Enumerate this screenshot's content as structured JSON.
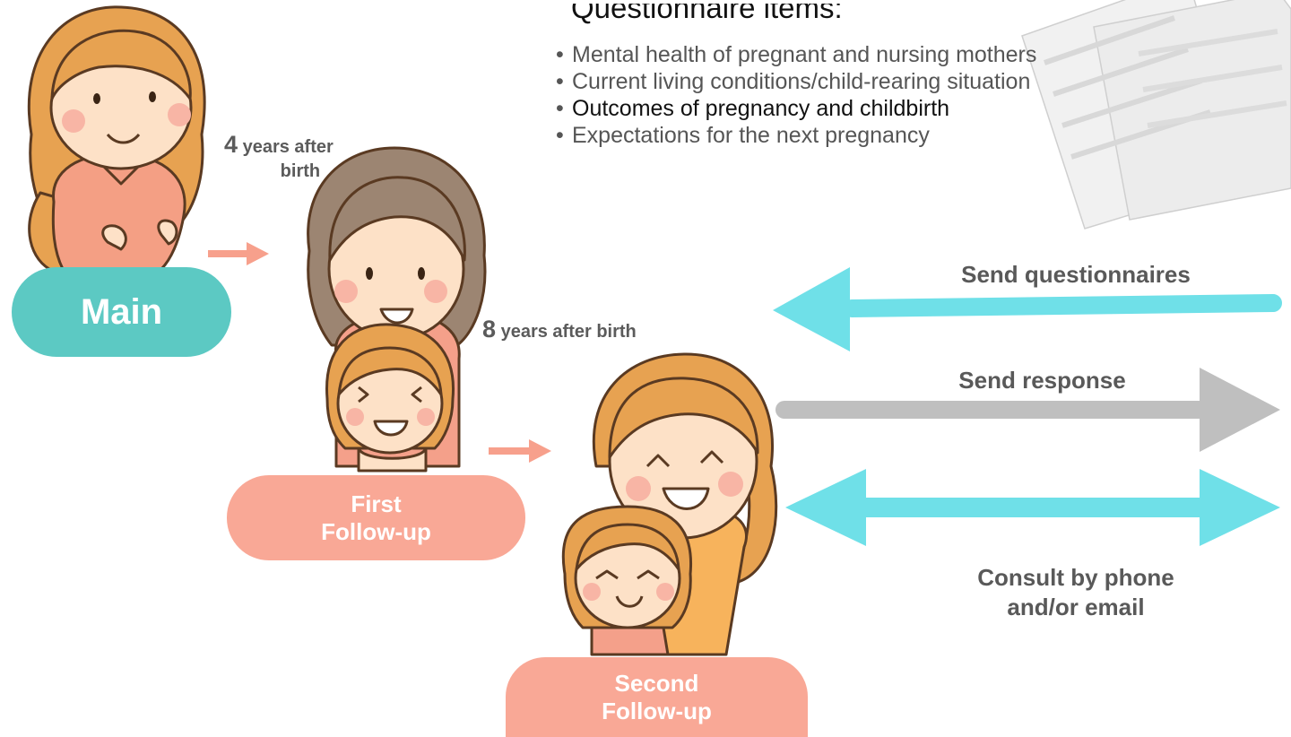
{
  "questionnaire": {
    "title": "Questionnaire items:",
    "items": [
      "Mental health of pregnant and nursing mothers",
      "Current living conditions/child-rearing situation",
      "Outcomes of pregnancy and childbirth",
      "Expectations for the next pregnancy"
    ],
    "bullet": "•"
  },
  "stages": {
    "main": "Main",
    "first_followup": "First\nFollow-up",
    "second_followup": "Second\nFollow-up"
  },
  "timepoints": {
    "first": {
      "number": "4",
      "text": " years after",
      "text2": "birth"
    },
    "second": {
      "number": "8",
      "text": " years after birth"
    }
  },
  "arrows": {
    "send_questionnaires": "Send questionnaires",
    "send_response": "Send response",
    "consult": "Consult by phone\nand/or email"
  },
  "colors": {
    "teal": "#5cc9c3",
    "salmon": "#f9a896",
    "arrow_cyan": "#6fe0e8",
    "arrow_gray": "#bfbfbf",
    "timeline_arrow": "#f7a08c"
  }
}
